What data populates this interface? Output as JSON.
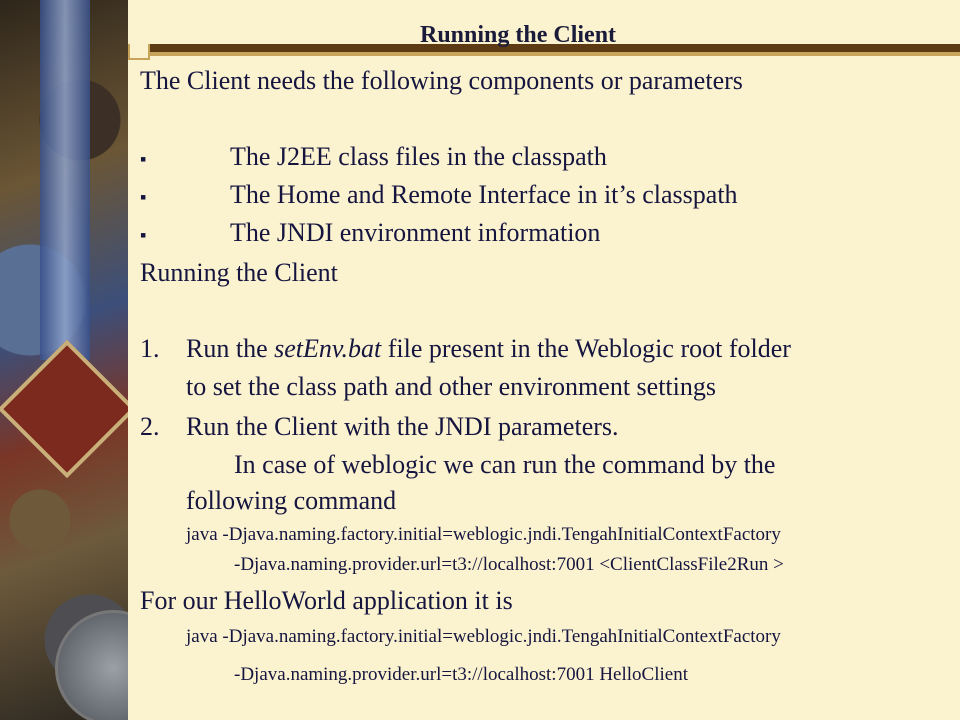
{
  "slide": {
    "title": "Running the Client",
    "intro": "The Client needs the following components or parameters",
    "bullets": [
      "The J2EE class files in the classpath",
      "The Home and Remote Interface in it’s classpath",
      "The JNDI environment information"
    ],
    "bullet_symbol": "▪",
    "section_heading": "Running the Client",
    "steps": [
      {
        "number": "1.",
        "pre": "Run the ",
        "emphasis": "setEnv.bat",
        "post": " file present in the Weblogic root folder",
        "continuation": "to set the class path and other environment settings"
      },
      {
        "number": "2.",
        "text": "Run the Client with the JNDI parameters.",
        "continuation_1": "In case of weblogic we can run the command by the",
        "continuation_2": "following command",
        "command_line_1": "java -Djava.naming.factory.initial=weblogic.jndi.TengahInitialContextFactory",
        "command_line_2": "-Djava.naming.provider.url=t3://localhost:7001 <ClientClassFile2Run >"
      }
    ],
    "helloworld_heading": "For our HelloWorld application it is",
    "helloworld_command_1": "java -Djava.naming.factory.initial=weblogic.jndi.TengahInitialContextFactory",
    "helloworld_command_2": "-Djava.naming.provider.url=t3://localhost:7001 HelloClient"
  }
}
